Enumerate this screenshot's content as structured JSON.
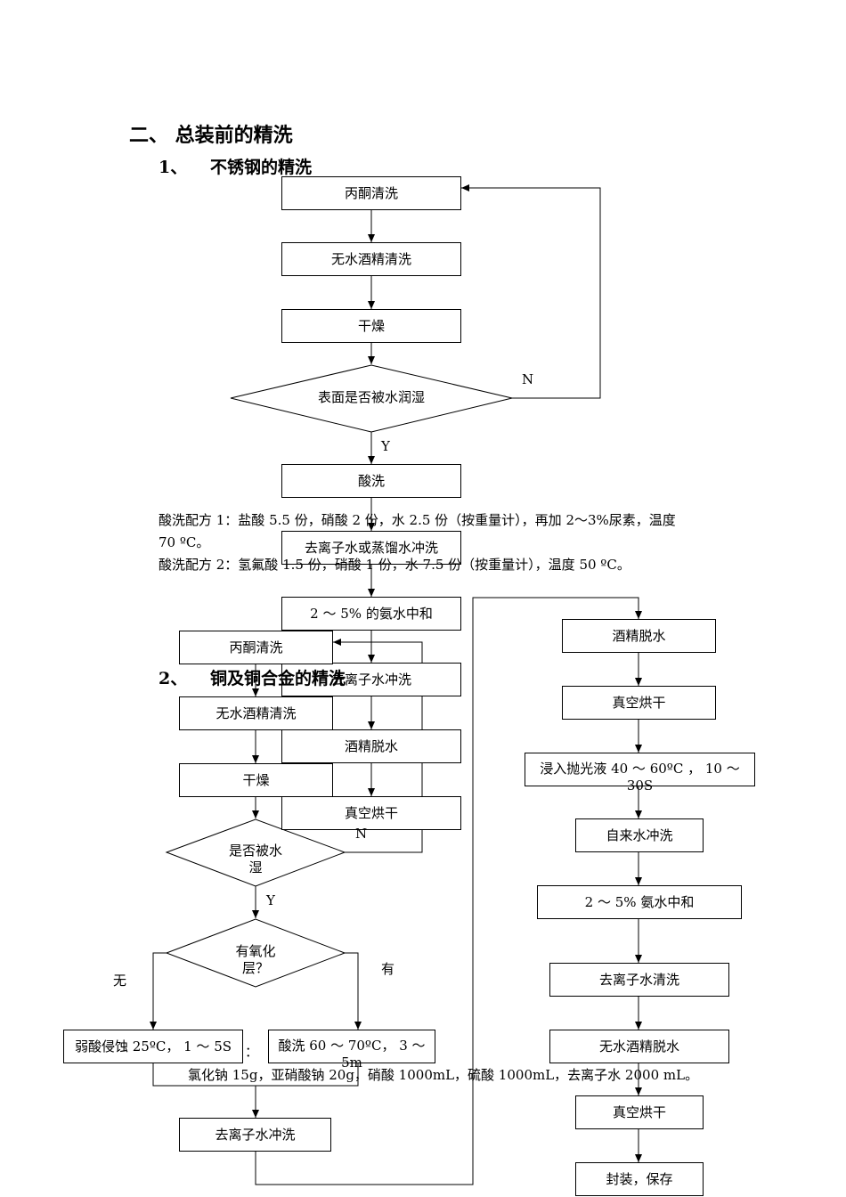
{
  "section_title": "二、 总装前的精洗",
  "sub1": {
    "number": "1、",
    "title": "不锈钢的精洗"
  },
  "sub2": {
    "number": "2、",
    "title": "铜及铜合金的精洗"
  },
  "flow1": {
    "acetone": "丙酮清洗",
    "alcohol": "无水酒精清洗",
    "dry": "干燥",
    "decision": "表面是否被水润湿",
    "n": "N",
    "y": "Y",
    "pickle": "酸洗",
    "rinse_di": "去离子水或蒸馏水冲洗",
    "ammonia": "2 ～ 5% 的氨水中和",
    "rinse2": "去离子水冲洗",
    "alc_dehyd": "酒精脱水",
    "vac_dry": "真空烘干"
  },
  "recipe": {
    "line1": "酸洗配方 1：盐酸 5.5 份，硝酸 2 份，水 2.5 份（按重量计），再加 2～3%尿素，温度",
    "line2": "70 ºC。",
    "line3": "酸洗配方 2：氢氟酸 1.5 份，硝酸 1 份，水 7.5 份（按重量计），温度 50 ºC。"
  },
  "flow2": {
    "acetone": "丙酮清洗",
    "alcohol": "无水酒精清洗",
    "dry": "干燥",
    "decision1": "是否被水湿",
    "n": "N",
    "y": "Y",
    "decision2": "有氧化层？",
    "none": "无",
    "has": "有",
    "weak_acid": "弱酸侵蚀 25ºC， 1 ～ 5S",
    "acid": "酸洗 60 ～ 70ºC， 3 ～ 5m",
    "rinse": "去离子水冲洗",
    "polish_colon": "：",
    "polish_recipe": "氯化钠 15g，亚硝酸钠 20g，硝酸 1000mL，硫酸 1000mL，去离子水 2000 mL。"
  },
  "flow3": {
    "alc_dehyd": "酒精脱水",
    "vac_dry": "真空烘干",
    "polish": "浸入抛光液 40 ～ 60ºC ， 10 ～ 30S",
    "tap_rinse": "自来水冲洗",
    "ammonia": "2 ～ 5% 氨水中和",
    "di_rinse": "去离子水清洗",
    "anh_alc": "无水酒精脱水",
    "vac_dry2": "真空烘干",
    "seal": "封装，保存"
  }
}
